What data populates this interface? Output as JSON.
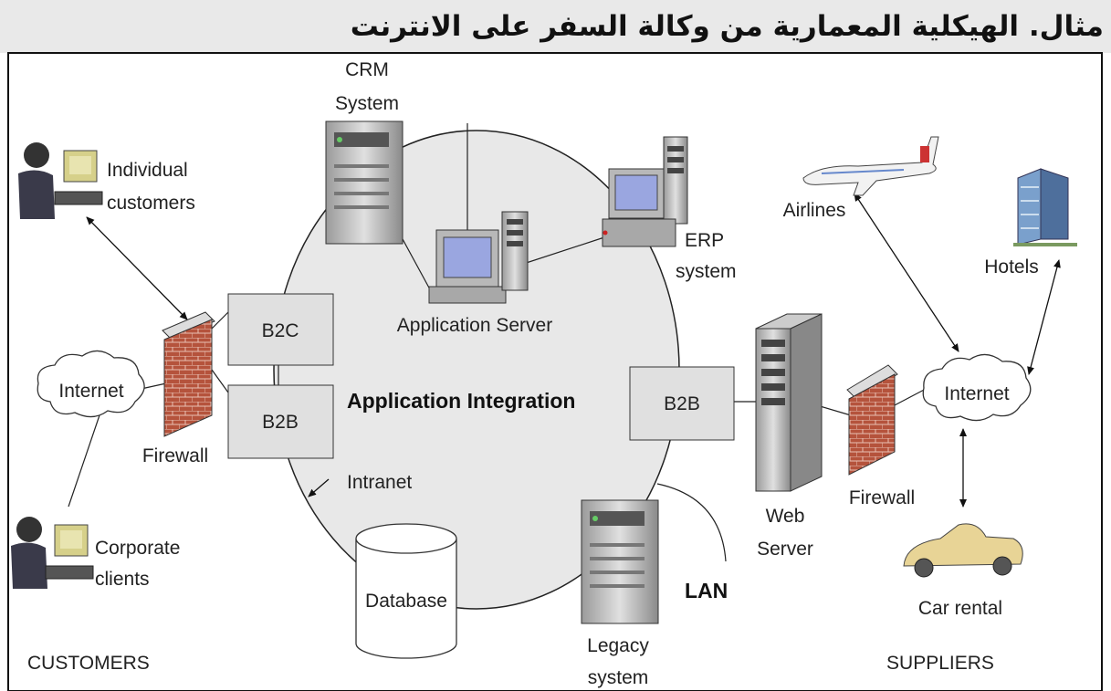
{
  "title": "مثال. الهيكلية المعمارية من وكالة السفر على الانترنت",
  "labels": {
    "crm_line1": "CRM",
    "crm_line2": "System",
    "individual_line1": "Individual",
    "individual_line2": "customers",
    "internet_left": "Internet",
    "firewall_left": "Firewall",
    "corporate_line1": "Corporate",
    "corporate_line2": "clients",
    "customers": "CUSTOMERS",
    "b2c": "B2C",
    "b2b_left": "B2B",
    "application_server": "Application Server",
    "application_integration": "Application Integration",
    "intranet": "Intranet",
    "database": "Database",
    "legacy_line1": "Legacy",
    "legacy_line2": "system",
    "lan": "LAN",
    "erp_line1": "ERP",
    "erp_line2": "system",
    "b2b_right": "B2B",
    "web_line1": "Web",
    "web_line2": "Server",
    "firewall_right": "Firewall",
    "internet_right": "Internet",
    "airlines": "Airlines",
    "hotels": "Hotels",
    "car_rental": "Car rental",
    "suppliers": "SUPPLIERS"
  }
}
